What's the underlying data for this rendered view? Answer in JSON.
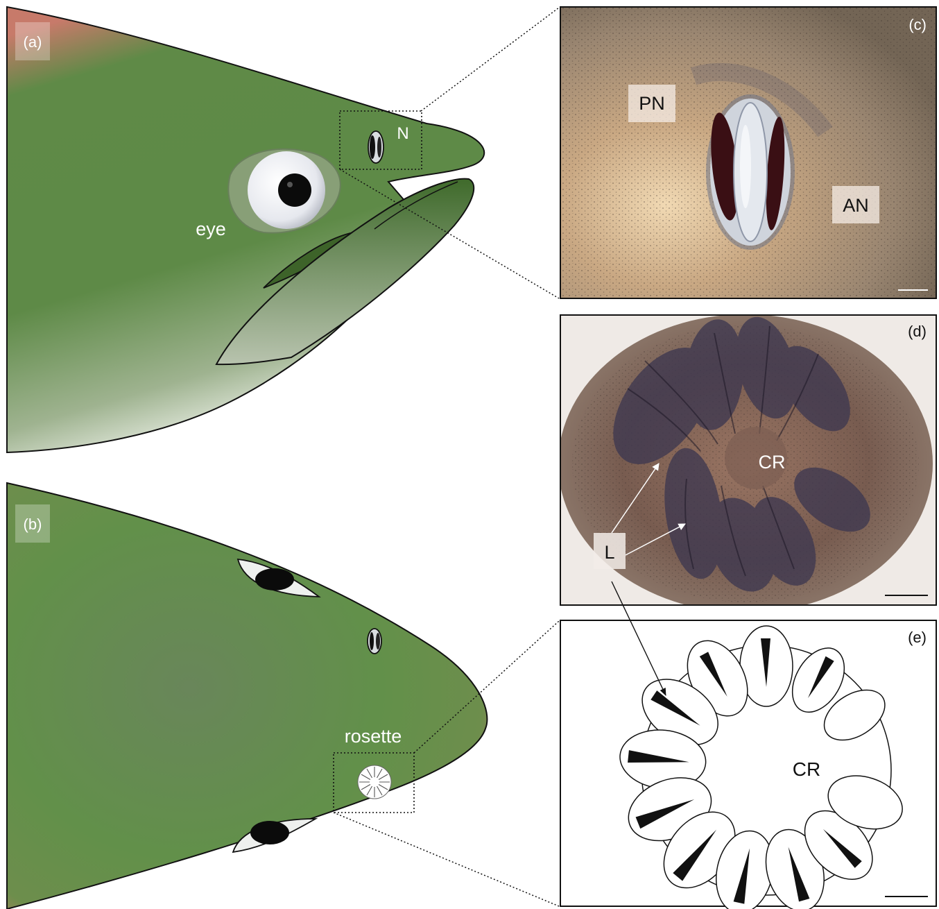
{
  "panels": {
    "a": {
      "letter": "(a)",
      "labels": {
        "nostril": "N",
        "eye": "eye"
      }
    },
    "b": {
      "letter": "(b)",
      "labels": {
        "rosette": "rosette"
      }
    },
    "c": {
      "letter": "(c)",
      "labels": {
        "posterior_nostril": "PN",
        "anterior_nostril": "AN"
      }
    },
    "d": {
      "letter": "(d)",
      "labels": {
        "central_raphe": "CR",
        "lamellae": "L"
      }
    },
    "e": {
      "letter": "(e)",
      "labels": {
        "central_raphe": "CR"
      }
    }
  },
  "colors": {
    "head_green": "#5f8a47",
    "head_red": "#c77a6a",
    "head_shadow": "#edf1ea",
    "photo_c_skin": "#a58d72",
    "photo_d_tissue": "#7c6457",
    "pigment_dark": "#221a2a",
    "outline": "#111111"
  }
}
